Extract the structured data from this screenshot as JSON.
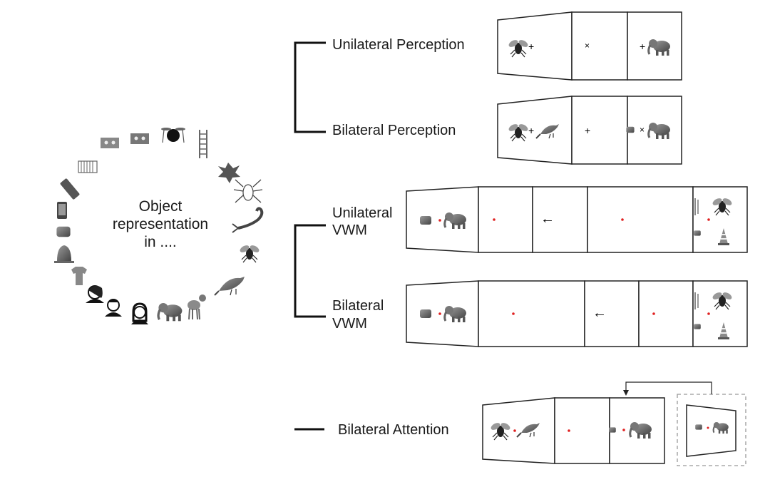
{
  "center_label": {
    "line1": "Object",
    "line2": "representation",
    "line3": "in ...."
  },
  "conditions": {
    "unilateral_perception": "Unilateral Perception",
    "bilateral_perception": "Bilateral Perception",
    "unilateral_vwm_1": "Unilateral",
    "unilateral_vwm_2": "VWM",
    "bilateral_vwm_1": "Bilateral",
    "bilateral_vwm_2": "VWM",
    "bilateral_attention": "Bilateral Attention"
  },
  "symbols": {
    "fixation_plus": "+",
    "fixation_cross": "×",
    "cue_arrow": "←"
  },
  "circle_objects": [
    "cassette-icon",
    "cassette-icon",
    "drum-icon",
    "ladder-icon",
    "leaf-icon",
    "spider-icon",
    "scorpion-icon",
    "bee-icon",
    "bird-icon",
    "lamb-icon",
    "elephant-icon",
    "face-icon",
    "face-icon",
    "face-icon",
    "tshirt-icon",
    "bell-icon",
    "pillow-icon",
    "phone-icon",
    "remote-icon",
    "radiator-icon"
  ]
}
